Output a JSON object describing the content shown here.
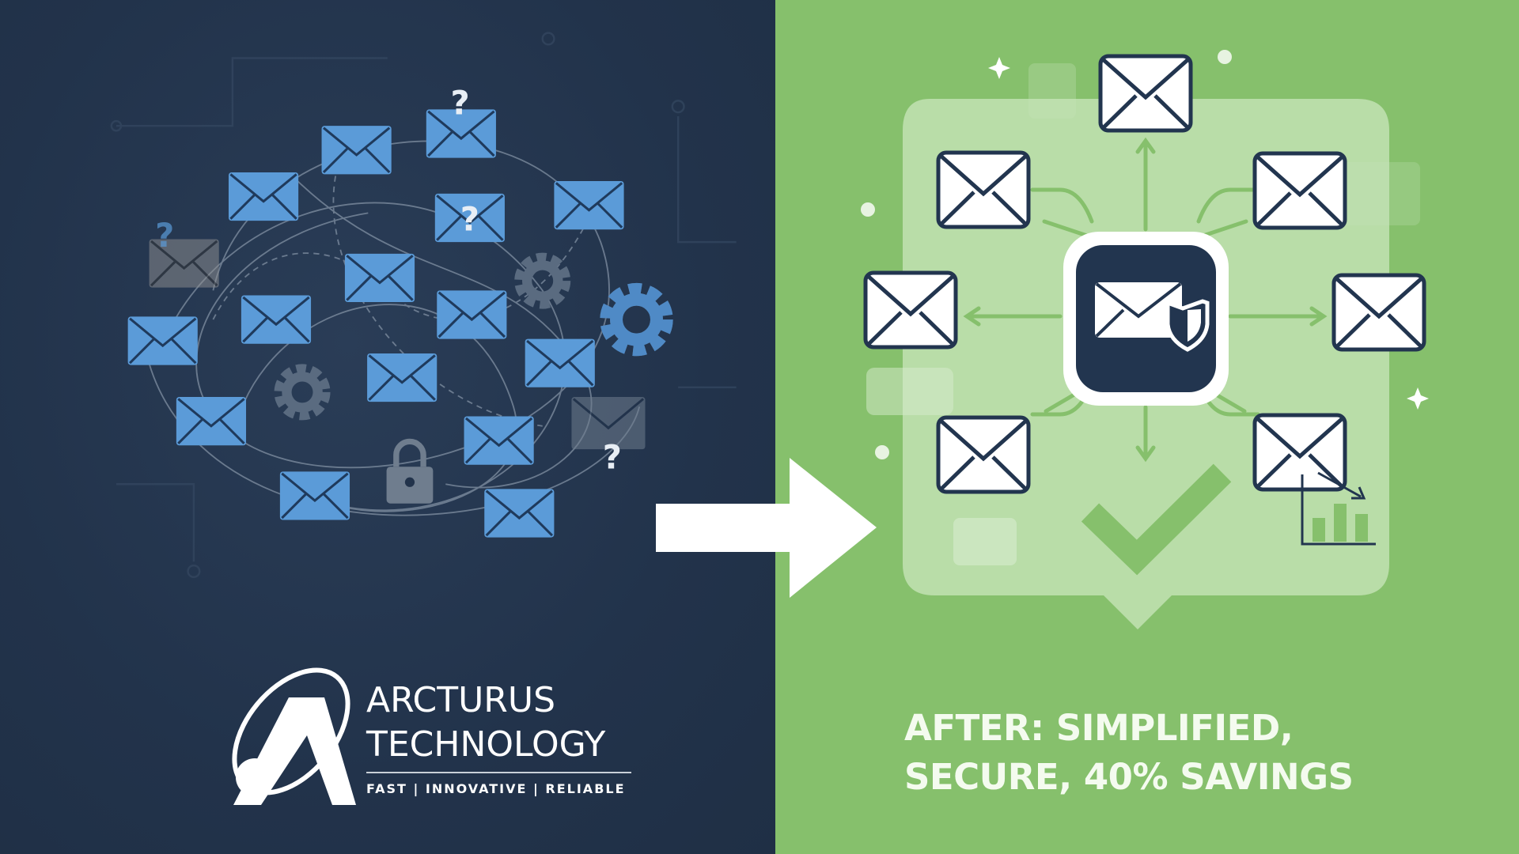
{
  "logo": {
    "name_line1": "ARCTURUS",
    "name_line2": "TECHNOLOGY",
    "tagline": "FAST | INNOVATIVE | RELIABLE"
  },
  "headline": {
    "line1": "AFTER: SIMPLIFIED,",
    "line2": "SECURE, 40% SAVINGS"
  },
  "colors": {
    "left_bg": "#22334b",
    "right_bg": "#86c06c",
    "envelope_blue": "#5b9bd8",
    "hub_navy": "#22354f",
    "arrow_white": "#ffffff"
  },
  "icons": [
    "envelope-icon",
    "question-mark-icon",
    "gear-icon",
    "lock-icon",
    "arrow-right-icon",
    "shield-icon",
    "checkmark-icon",
    "bar-chart-down-icon",
    "sparkle-icon"
  ]
}
